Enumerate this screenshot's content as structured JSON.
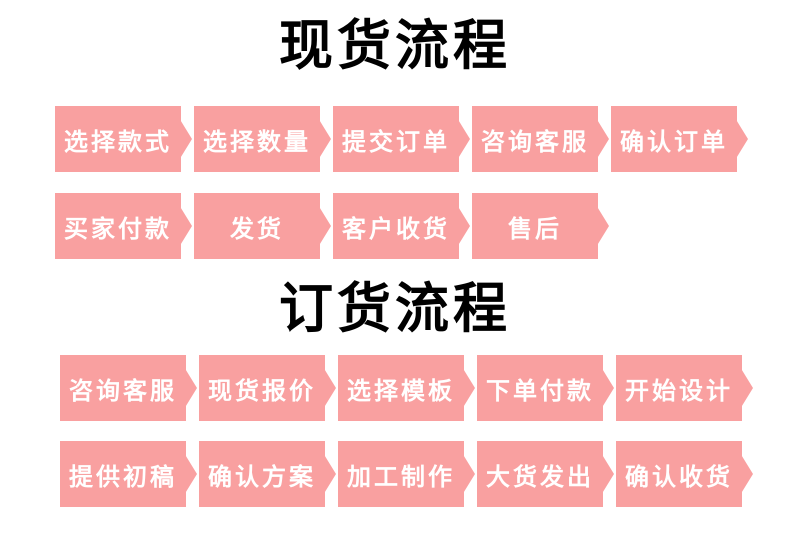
{
  "theme": {
    "accent": "#f9a0a0",
    "step-text": "#ffffff",
    "title-text": "#000000",
    "page-bg": "#ffffff"
  },
  "sections": [
    {
      "title": "现货流程",
      "rows": [
        {
          "steps": [
            "选择款式",
            "选择数量",
            "提交订单",
            "咨询客服",
            "确认订单"
          ]
        },
        {
          "steps": [
            "买家付款",
            "发货",
            "客户收货",
            "售后"
          ]
        }
      ]
    },
    {
      "title": "订货流程",
      "rows": [
        {
          "steps": [
            "咨询客服",
            "现货报价",
            "选择模板",
            "下单付款",
            "开始设计"
          ]
        },
        {
          "steps": [
            "提供初稿",
            "确认方案",
            "加工制作",
            "大货发出",
            "确认收货"
          ]
        }
      ]
    }
  ]
}
